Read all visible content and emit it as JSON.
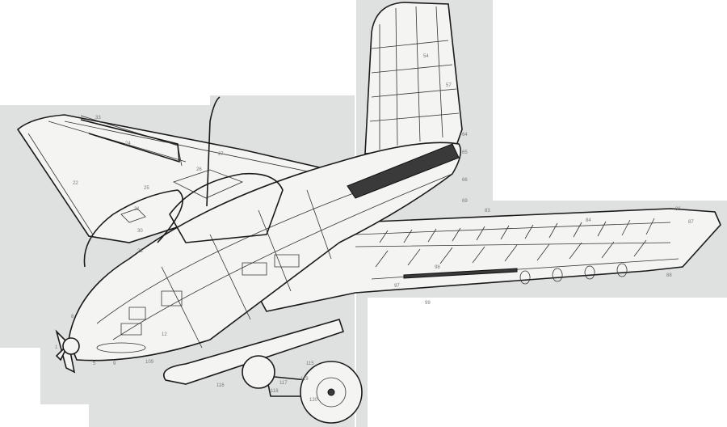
{
  "drawing": {
    "subject": "cutaway",
    "colors": {
      "paper": "#dfe1e0",
      "ink": "#1a1a1a",
      "callout": "#777777"
    },
    "callouts": {
      "c33": "33",
      "c24": "24",
      "c22": "22",
      "c26": "26",
      "c27": "27",
      "c25": "25",
      "c21": "21",
      "c30": "30",
      "c23": "23",
      "c1": "1",
      "c5": "5",
      "c8": "8",
      "c9": "9",
      "c12": "12",
      "c109": "109",
      "c116": "116",
      "c117": "117",
      "c118": "118",
      "c119": "119",
      "c115": "115",
      "c120": "120",
      "c54": "54",
      "c57": "57",
      "c64": "64",
      "c65": "65",
      "c66": "66",
      "c69": "69",
      "c83": "83",
      "c86": "86",
      "c87": "87",
      "c88": "88",
      "c84": "84",
      "c97": "97",
      "c99": "99",
      "c98": "98"
    }
  }
}
